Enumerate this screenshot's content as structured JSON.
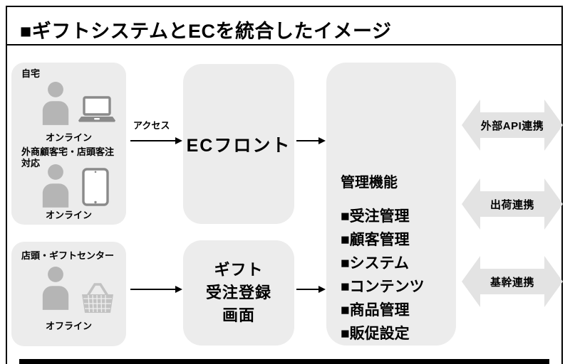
{
  "title": "■ギフトシステムとECを統合したイメージ",
  "colors": {
    "box_fill": "#ececec",
    "integration_arrow_fill": "#e3e3e3",
    "person_fill": "#b5b5b5",
    "device_fill": "#8a8a8a",
    "basket_fill": "#c2c2c2",
    "line_black": "#000000"
  },
  "icons": {
    "person": "person-icon",
    "laptop": "laptop-icon",
    "tablet": "tablet-icon",
    "basket": "basket-icon"
  },
  "left": {
    "online_box": {
      "location1": "自宅",
      "status1": "オンライン",
      "location2": "外商顧客宅・店頭客注対応",
      "status2": "オンライン"
    },
    "offline_box": {
      "location": "店頭・ギフトセンター",
      "status": "オフライン"
    }
  },
  "connectors": {
    "access_label": "アクセス"
  },
  "middle": {
    "ec_front": "ECフロント",
    "gift_screen": "ギフト\n受注登録\n画面"
  },
  "admin": {
    "title": "管理機能",
    "items": [
      "■受注管理",
      "■顧客管理",
      "■システム",
      "■コンテンツ",
      "■商品管理",
      "■販促設定"
    ]
  },
  "integrations": [
    {
      "label": "外部API連携"
    },
    {
      "label": "出荷連携"
    },
    {
      "label": "基幹連携"
    }
  ]
}
